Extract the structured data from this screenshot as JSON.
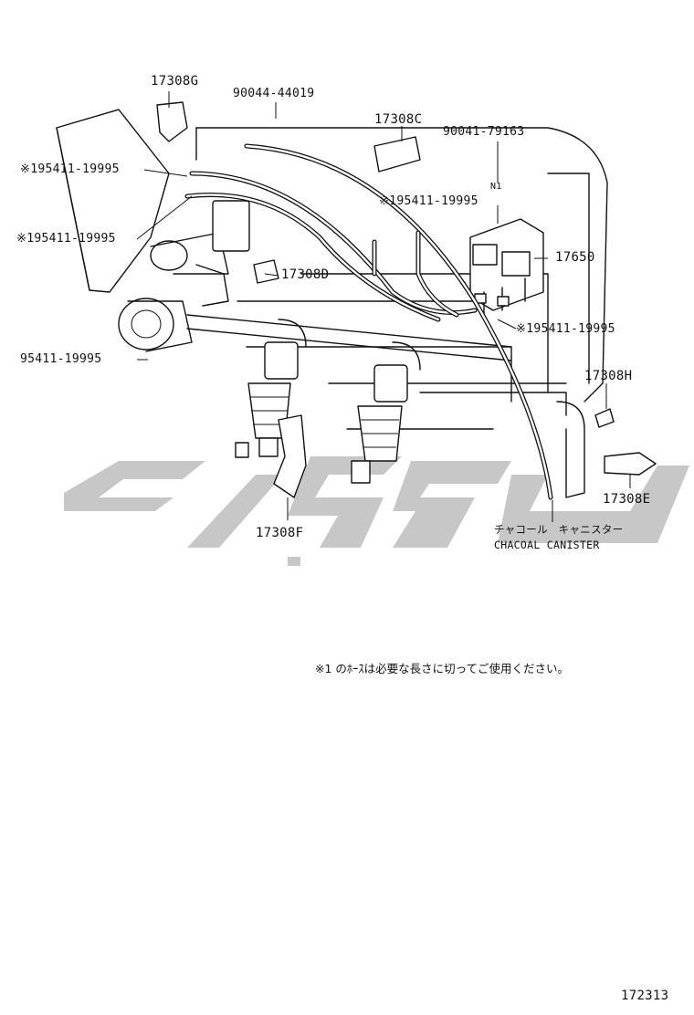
{
  "labels": {
    "p17308G": "17308G",
    "p90044": "90044-44019",
    "p17308C": "17308C",
    "p90041": "90041-79163",
    "ref_n1": "N1",
    "p195411_a": "※195411-19995",
    "p195411_b": "※195411-19995",
    "p195411_c": "※195411-19995",
    "p195411_d": "※195411-19995",
    "p17650": "17650",
    "p17308D": "17308D",
    "p95411": "95411-19995",
    "p17308H": "17308H",
    "p17308E": "17308E",
    "p17308F": "17308F",
    "canister_jp": "チャコール　キャニスター",
    "canister_en": "CHACOAL  CANISTER"
  },
  "note": "※1 のﾎｰｽは必要な長さに切ってご使用ください。",
  "diagram_number": "172313",
  "watermark_icon": "watermark-logo",
  "colors": {
    "ink": "#111111",
    "watermark": "#bdbdbd",
    "background": "#ffffff"
  }
}
